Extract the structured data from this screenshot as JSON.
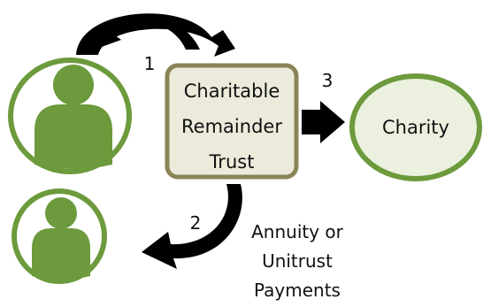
{
  "trust": {
    "lines": [
      "Charitable",
      "Remainder",
      "Trust"
    ]
  },
  "charity": {
    "label": "Charity"
  },
  "steps": {
    "one": "1",
    "two": "2",
    "three": "3"
  },
  "payments": {
    "lines": [
      "Annuity or",
      "Unitrust",
      "Payments"
    ]
  },
  "colors": {
    "person_green": "#6c9a3c",
    "person_border": "#6c9a3c",
    "trust_fill": "#eceadb",
    "trust_border": "#8a8457",
    "charity_fill": "#ebf1de",
    "charity_border": "#6c9a3c",
    "arrow": "#000000"
  },
  "icons": {
    "donor": "person-icon",
    "beneficiary": "person-icon",
    "exchange": "curved-exchange-arrows",
    "payment": "curved-payment-arrow",
    "transfer": "block-arrow-right"
  }
}
